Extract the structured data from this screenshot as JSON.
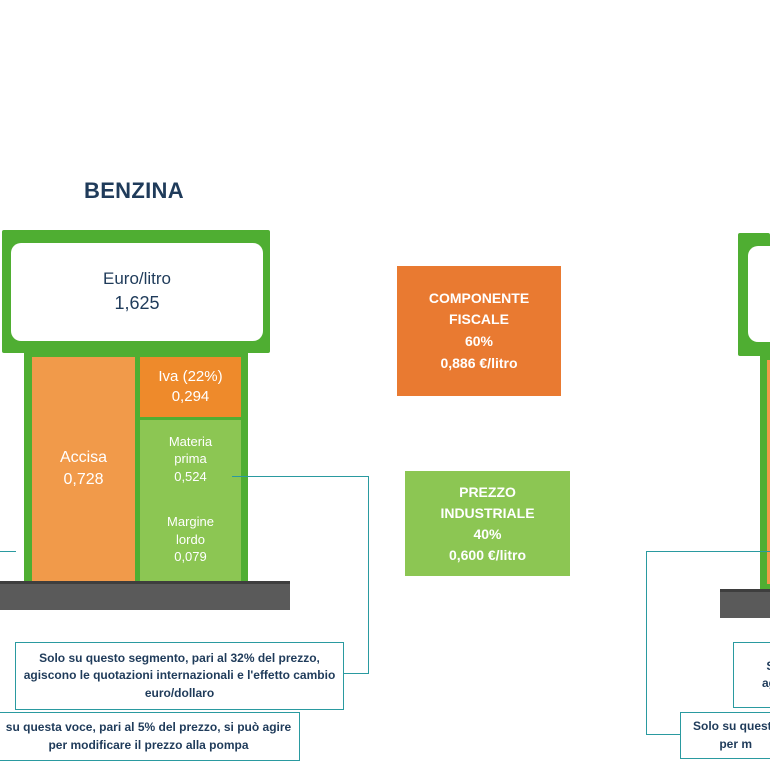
{
  "title": "BENZINA",
  "pump": {
    "unit_label": "Euro/litro",
    "price": "1,625"
  },
  "segments": {
    "accisa": {
      "label": "Accisa",
      "value": "0,728"
    },
    "iva": {
      "label": "Iva (22%)",
      "value": "0,294"
    },
    "materia_prima": {
      "label_line1": "Materia",
      "label_line2": "prima",
      "value": "0,524"
    },
    "margine": {
      "label_line1": "Margine",
      "label_line2": "lordo",
      "value": "0,079"
    }
  },
  "legend": {
    "fiscal": {
      "line1": "COMPONENTE",
      "line2": "FISCALE",
      "percent": "60%",
      "amount": "0,886 €/litro"
    },
    "industrial": {
      "line1": "PREZZO",
      "line2": "INDUSTRIALE",
      "percent": "40%",
      "amount": "0,600  €/litro"
    }
  },
  "notes": {
    "segment32": {
      "line1": "Solo su questo segmento, pari al 32% del prezzo,",
      "line2": "agiscono le quotazioni internazionali e l'effetto cambio",
      "line3": "euro/dollaro"
    },
    "voce5": {
      "line1": "su questa voce, pari al 5% del prezzo, si può agire",
      "line2": "per modificare il prezzo alla pompa"
    }
  },
  "right_pump": {
    "note_top_line1": "So",
    "note_top_line2": "agis",
    "note_bottom_line1": "Solo su questa",
    "note_bottom_line2": "per m"
  },
  "colors": {
    "pump_green": "#4fae32",
    "accisa_orange": "#f19a4a",
    "iva_orange": "#ee8a2b",
    "industrial_green": "#8cc653",
    "fiscal_legend": "#e97a31",
    "connector": "#2a9aa0",
    "title_navy": "#1f3b5a"
  }
}
